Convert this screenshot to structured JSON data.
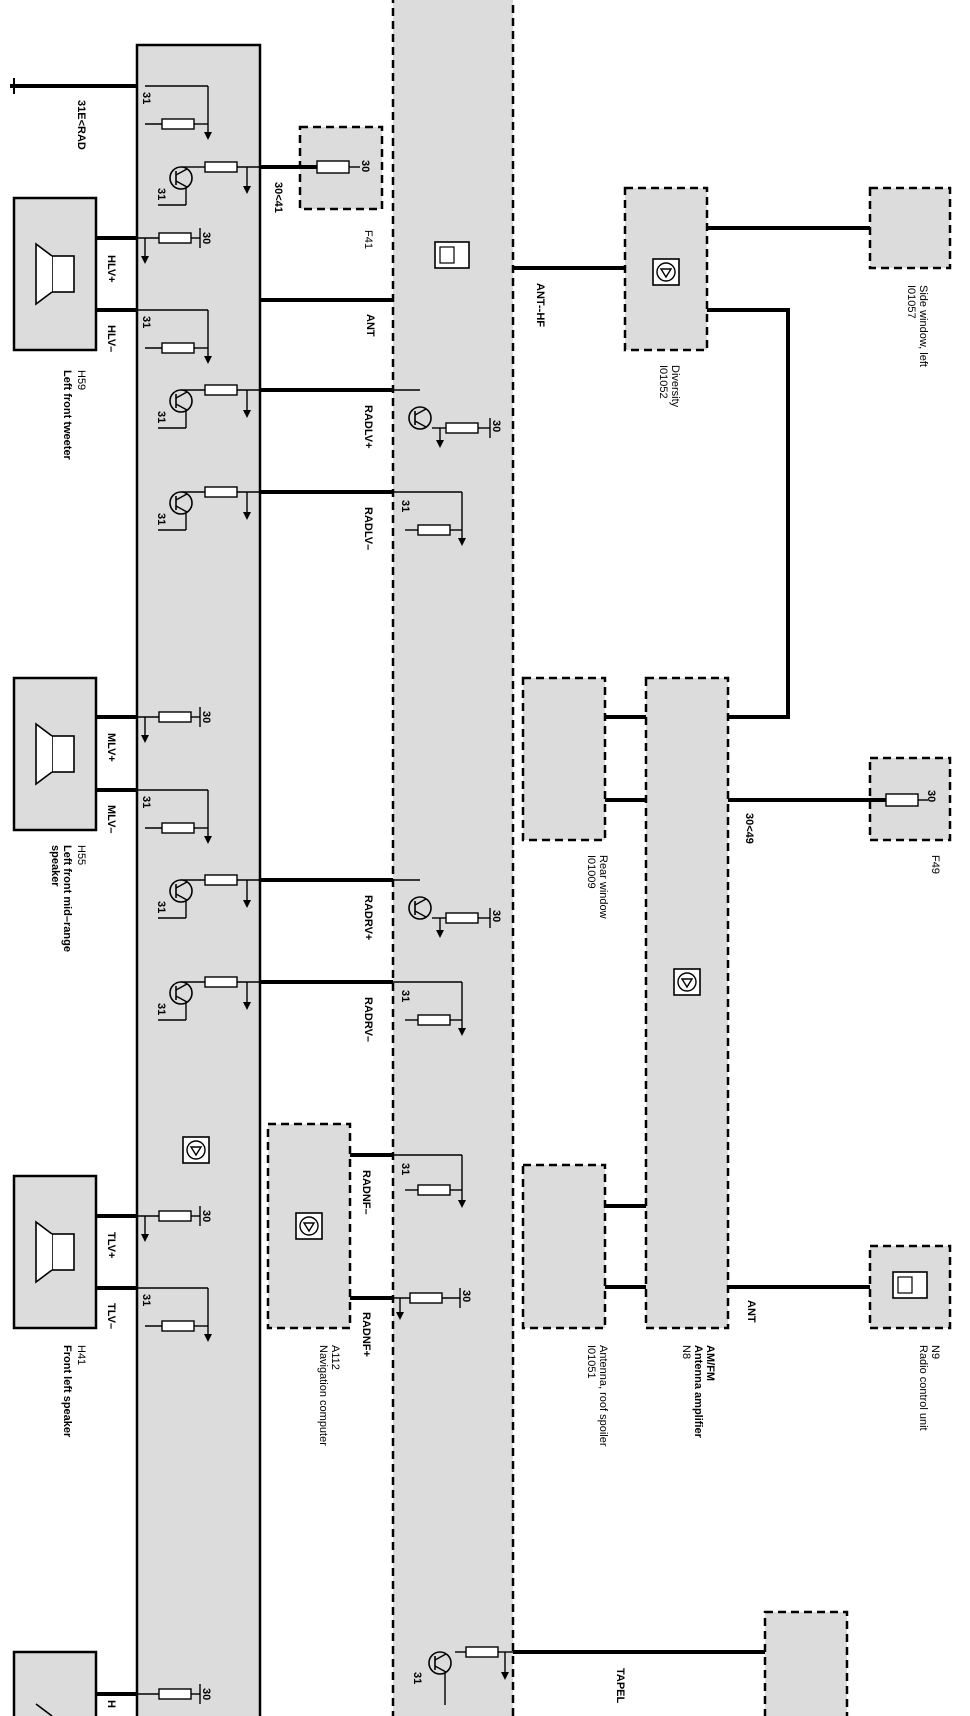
{
  "top_ground": {
    "label": "31E<RAD"
  },
  "fuse_f41": {
    "ref": "F41",
    "wire": "30<41",
    "pin": "30"
  },
  "fuse_f49": {
    "ref": "F49",
    "wire": "30<49",
    "pin": "30"
  },
  "wires": {
    "ant": "ANT",
    "ant_hf": "ANT--HF",
    "radlv_plus": "RADLV+",
    "radlv_minus": "RADLV–",
    "radrv_plus": "RADRV+",
    "radrv_minus": "RADRV–",
    "radnf_minus": "RADNF–",
    "radnf_plus": "RADNF+",
    "tapel": "TAPEL",
    "ant2": "ANT"
  },
  "speakers": [
    {
      "ref": "H59",
      "name": "Left front tweeter",
      "plus": "HLV+",
      "minus": "HLV–"
    },
    {
      "ref": "H55",
      "name": "Left front mid–range",
      "name2": "speaker",
      "plus": "MLV+",
      "minus": "MLV–"
    },
    {
      "ref": "H41",
      "name": "Front left speaker",
      "plus": "TLV+",
      "minus": "TLV–"
    },
    {
      "ref": "",
      "name": "",
      "plus": "H",
      "minus": ""
    }
  ],
  "components": {
    "diversity": {
      "ref": "I01052",
      "name": "Diversity"
    },
    "side_window": {
      "ref": "I01057",
      "name": "Side window, left"
    },
    "rear_window": {
      "ref": "I01009",
      "name": "Rear window"
    },
    "roof_spoiler": {
      "ref": "I01051",
      "name": "Antenna, roof spoiler"
    },
    "amp": {
      "ref": "N8",
      "name": "Antenna amplifier",
      "name2": "AM/FM"
    },
    "radio": {
      "ref": "N9",
      "name": "Radio control unit"
    },
    "nav": {
      "ref": "A112",
      "name": "Navigation computer"
    }
  },
  "pins": {
    "p30": "30",
    "p31": "31"
  }
}
